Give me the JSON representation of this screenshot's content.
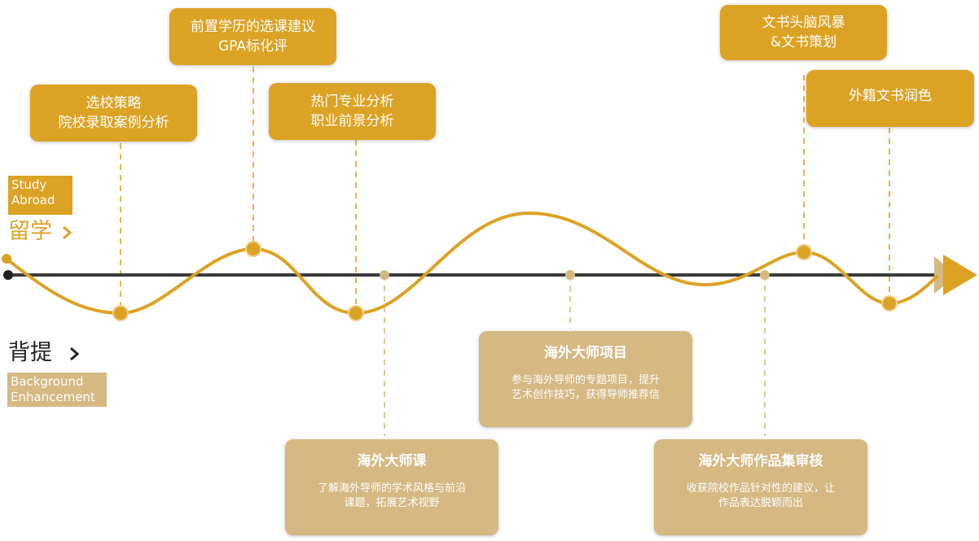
{
  "colors": {
    "gold": "#dca223",
    "tan": "#d5b882",
    "axis": "#3b3b3b",
    "marker": "#d5b882"
  },
  "study_abroad": {
    "en_line1": "Study",
    "en_line2": "Abroad",
    "cn": "留学",
    "chevron": "chevron-right-icon"
  },
  "background": {
    "cn": "背提",
    "chevron": "chevron-right-icon",
    "en_line1": "Background",
    "en_line2": "Enhancement"
  },
  "gold_boxes": [
    {
      "line1": "选校策略",
      "line2": "院校录取案例分析"
    },
    {
      "line1": "前置学历的选课建议",
      "line2": "GPA标化评"
    },
    {
      "line1": "热门专业分析",
      "line2": "职业前景分析"
    },
    {
      "line1": "文书头脑风暴",
      "line2": "&文书策划"
    },
    {
      "line1": "外籍文书润色",
      "line2": ""
    }
  ],
  "tan_boxes": [
    {
      "title": "海外大师项目",
      "desc1": "参与海外导师的专题项目，提升",
      "desc2": "艺术创作技巧，获得导师推荐信"
    },
    {
      "title": "海外大师课",
      "desc1": "了解海外导师的学术风格与前沿",
      "desc2": "课题，拓展艺术视野"
    },
    {
      "title": "海外大师作品集审核",
      "desc1": "收获院校作品针对性的建议，让",
      "desc2": "作品表达脱颖而出"
    }
  ]
}
